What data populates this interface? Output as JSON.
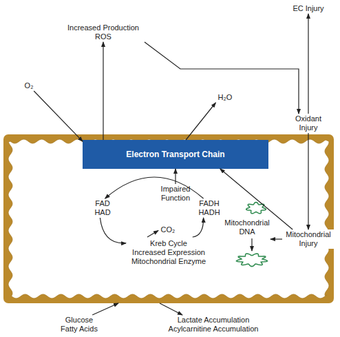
{
  "diagram": {
    "nodes": [
      {
        "text": [
          "EC Injury"
        ]
      },
      {
        "text": [
          "Increased Production ROS"
        ]
      },
      {
        "text": [
          "O₂"
        ]
      },
      {
        "text": [
          "H₂O"
        ]
      },
      {
        "text": [
          "Oxidant Injury"
        ]
      },
      {
        "text": []
      },
      {
        "text": [
          "Electron Transport Chain"
        ],
        "in": 5
      },
      {
        "text": [
          "Impaired Function"
        ],
        "in": 5
      },
      {
        "text": [
          "FAD HAD"
        ],
        "in": 5
      },
      {
        "text": [
          "FADH HADH"
        ],
        "in": 5
      },
      {
        "text": [
          "CO₂"
        ],
        "in": 5
      },
      {
        "text": [
          "Mitochondrial DNA"
        ],
        "in": 5
      },
      {
        "text": [
          "Kreb Cycle",
          "Increased Expression Mitochondrial Enzyme"
        ],
        "in": 5
      },
      {
        "text": [
          "Mitochondrial Injury"
        ]
      },
      {
        "text": [
          "Glucose Fatty Acids"
        ]
      },
      {
        "text": [
          "Lactate Accumulation Acylcarnitine Accumulation"
        ]
      }
    ],
    "edges": [
      {
        "from": 2,
        "to": 6,
        "arrow": "to"
      },
      {
        "from": 6,
        "to": 1,
        "arrow": "to"
      },
      {
        "from": 6,
        "to": 3,
        "arrow": "to"
      },
      {
        "from": 1,
        "to": 4,
        "arrow": "to"
      },
      {
        "from": 4,
        "to": 0,
        "arrow": "to"
      },
      {
        "from": 4,
        "to": 13,
        "arrow": "to"
      },
      {
        "from": 13,
        "to": 6,
        "arrow": "to"
      },
      {
        "from": 13,
        "to": 11,
        "arrow": "to"
      },
      {
        "from": 7,
        "to": 6,
        "arrow": "to"
      },
      {
        "from": 9,
        "to": 8,
        "arrow": "to"
      },
      {
        "from": 8,
        "to": 12,
        "arrow": "to"
      },
      {
        "from": 12,
        "to": 9,
        "arrow": "to"
      },
      {
        "from": 12,
        "to": 10,
        "arrow": "to"
      },
      {
        "from": 14,
        "to": 5,
        "arrow": "to"
      },
      {
        "from": 5,
        "to": 15,
        "arrow": "to"
      }
    ]
  }
}
